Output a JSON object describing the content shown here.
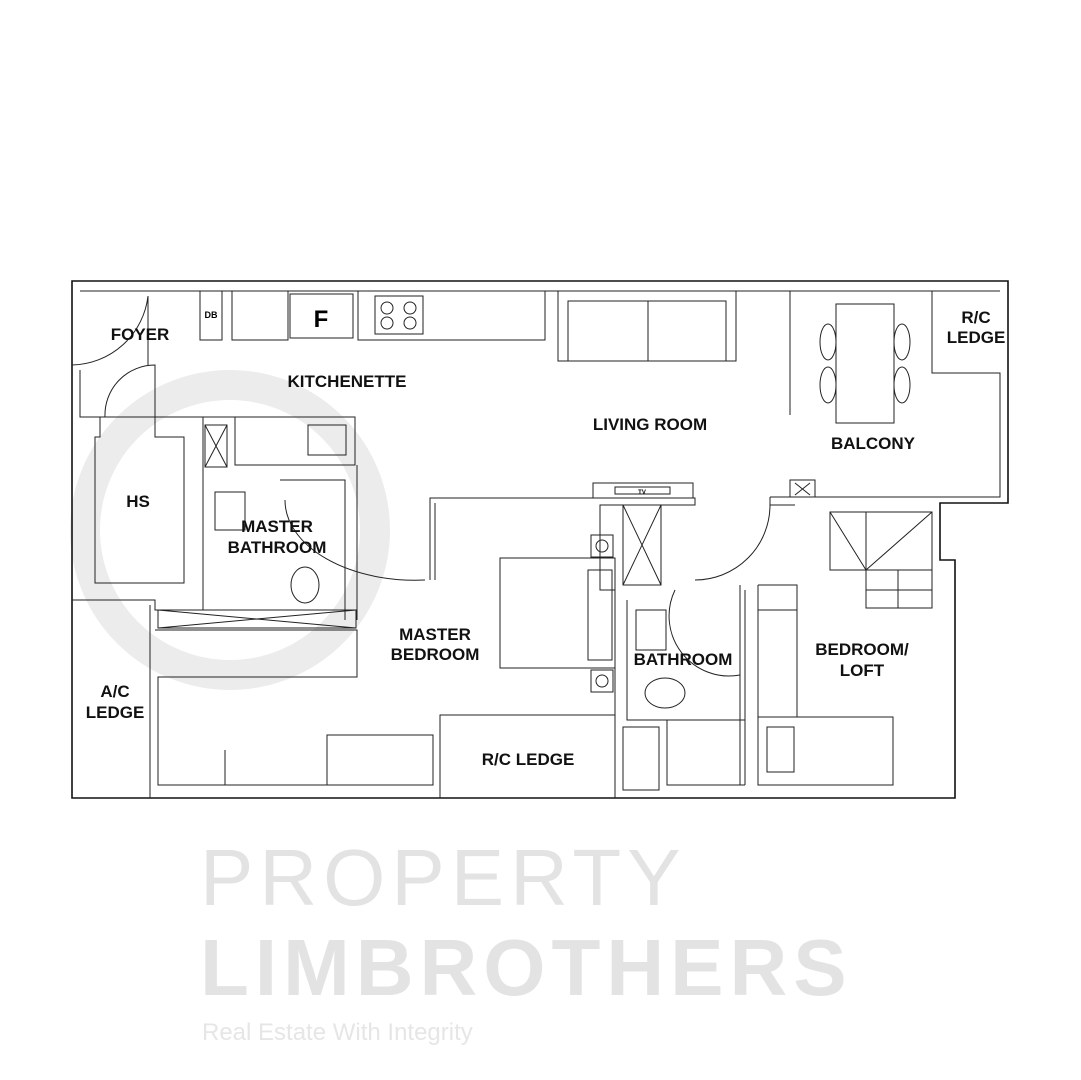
{
  "watermark": {
    "line1": "PROPERTY",
    "line2": "LIMBROTHERS",
    "tagline": "Real Estate With Integrity"
  },
  "rooms": {
    "foyer": "FOYER",
    "kitchenette": "KITCHENETTE",
    "living_room": "LIVING ROOM",
    "balcony": "BALCONY",
    "rc_ledge_top_1": "R/C",
    "rc_ledge_top_2": "LEDGE",
    "hs": "HS",
    "master_bathroom_1": "MASTER",
    "master_bathroom_2": "BATHROOM",
    "master_bedroom_1": "MASTER",
    "master_bedroom_2": "BEDROOM",
    "ac_ledge_1": "A/C",
    "ac_ledge_2": "LEDGE",
    "rc_ledge_bottom": "R/C LEDGE",
    "bathroom": "BATHROOM",
    "bedroom_loft_1": "BEDROOM/",
    "bedroom_loft_2": "LOFT"
  },
  "fixtures": {
    "db": "DB",
    "fridge": "F",
    "tv": "TV"
  }
}
